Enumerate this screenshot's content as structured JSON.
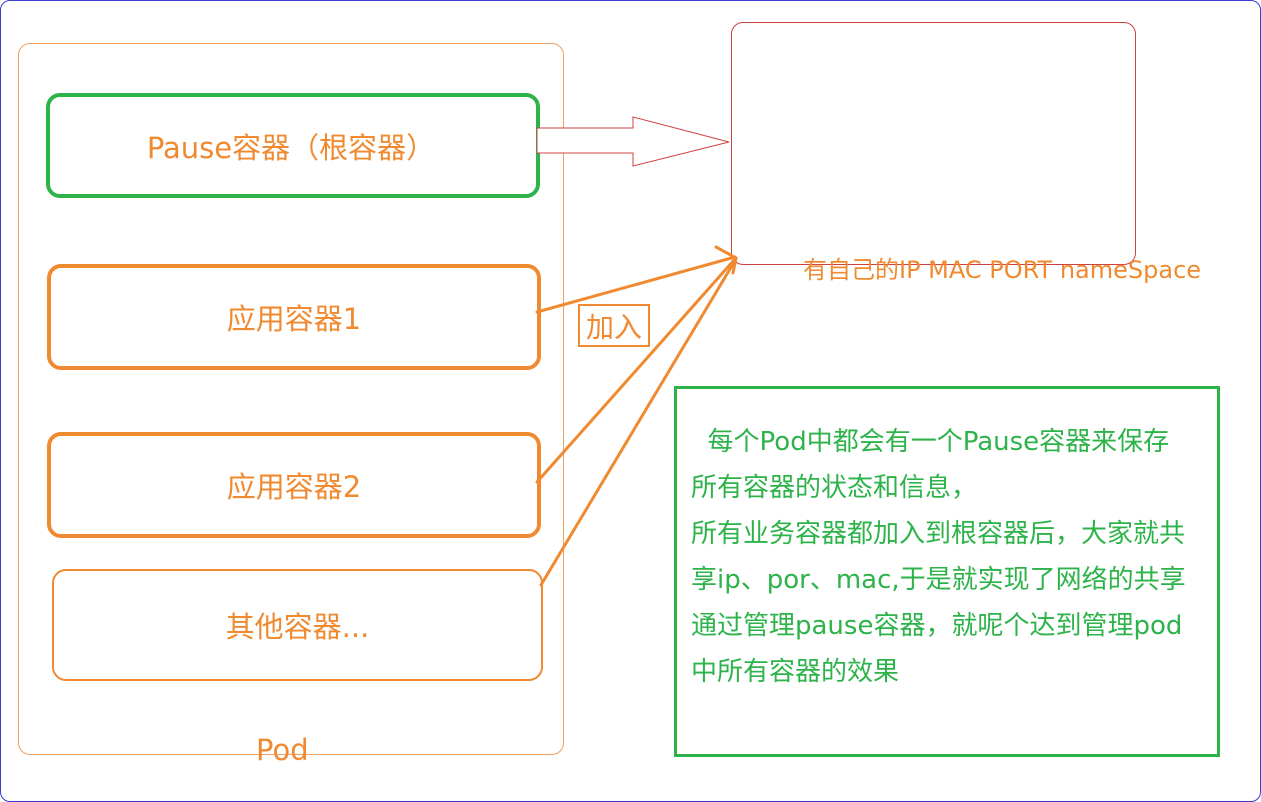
{
  "pod": {
    "label": "Pod"
  },
  "containers": {
    "pause": "Pause容器（根容器）",
    "app1": "应用容器1",
    "app2": "应用容器2",
    "other": "其他容器..."
  },
  "namespace": {
    "label": "有自己的IP MAC PORT nameSpace"
  },
  "join_label": "加入",
  "note": {
    "lines": [
      "  每个Pod中都会有一个Pause容器来保存",
      "所有容器的状态和信息，",
      "所有业务容器都加入到根容器后，大家就共",
      "享ip、por、mac,于是就实现了网络的共享",
      "通过管理pause容器，就呢个达到管理pod",
      "中所有容器的效果"
    ]
  },
  "colors": {
    "orange": "#f08a30",
    "green": "#2db34a",
    "red": "#d04040",
    "frame": "#3b3bd6"
  }
}
